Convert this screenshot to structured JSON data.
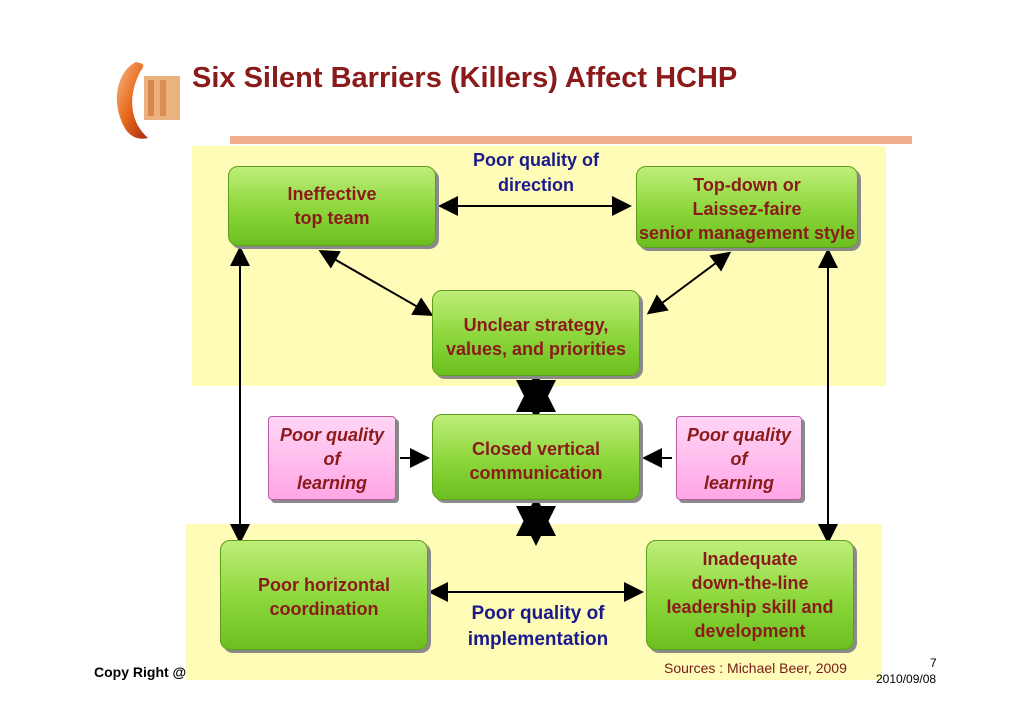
{
  "title": "Six Silent Barriers (Killers) Affect HCHP",
  "boxes": {
    "ineffective_top_team": [
      "Ineffective",
      "top team"
    ],
    "top_down_style": [
      "Top-down or",
      "Laissez-faire",
      "senior management style"
    ],
    "unclear_strategy": [
      "Unclear strategy,",
      "values, and priorities"
    ],
    "closed_communication": [
      "Closed vertical",
      "communication"
    ],
    "poor_learning_left": [
      "Poor quality",
      "of",
      "learning"
    ],
    "poor_learning_right": [
      "Poor quality",
      "of",
      "learning"
    ],
    "poor_horizontal": [
      "Poor horizontal",
      "coordination"
    ],
    "inadequate_leadership": [
      "Inadequate",
      "down-the-line",
      "leadership skill and",
      "development"
    ]
  },
  "labels": {
    "direction": [
      "Poor quality of",
      "direction"
    ],
    "implementation": [
      "Poor quality of",
      "implementation"
    ]
  },
  "footer": {
    "copyright": "Copy Right @",
    "sources": "Sources : Michael Beer, 2009",
    "page": "7",
    "date": "2010/09/08"
  },
  "colors": {
    "title": "#8b1a1a",
    "box_green": "#8bd63a",
    "box_pink": "#ffa6e6",
    "panel_yellow": "#fffcb8",
    "accent_bar": "#f2ad8e"
  },
  "icons": {
    "logo": "orange-swirl-logo"
  }
}
